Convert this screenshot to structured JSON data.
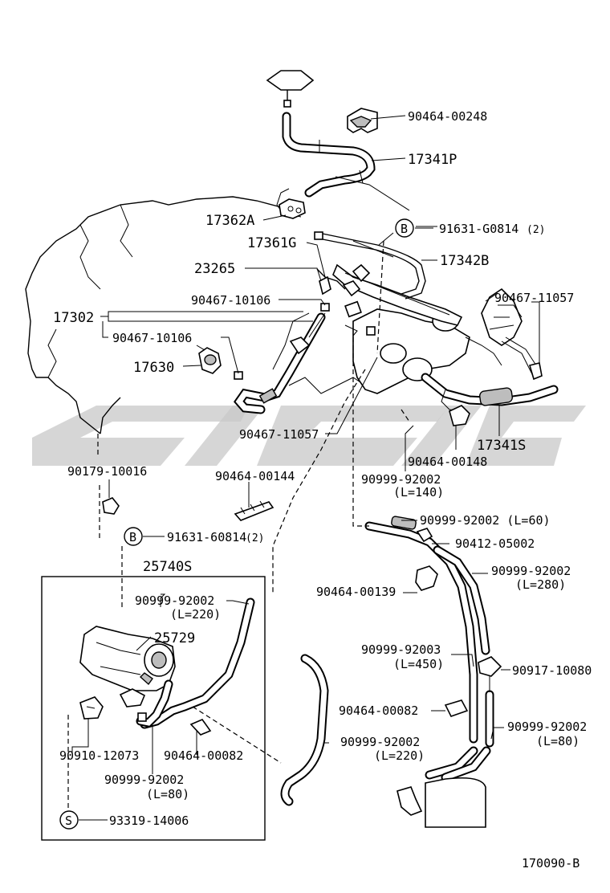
{
  "labels": {
    "l90464_00248": "90464-00248",
    "l17341P": "17341P",
    "l17362A": "17362A",
    "l91631_G0814": "91631-G0814",
    "l91631_G0814_qty": "(2)",
    "l17361G": "17361G",
    "l17342B": "17342B",
    "l23265": "23265",
    "l90467_11057_top": "90467-11057",
    "l17302": "17302",
    "l90467_10106_a": "90467-10106",
    "l90467_10106_b": "90467-10106",
    "l17630": "17630",
    "l90467_11057_mid": "90467-11057",
    "l17341S": "17341S",
    "l90464_00148": "90464-00148",
    "l90179_10016": "90179-10016",
    "l90464_00144": "90464-00144",
    "l90999_92002_140": "90999-92002",
    "l90999_92002_140_len": "(L=140)",
    "l91631_60814": "91631-60814",
    "l91631_60814_qty": "(2)",
    "l90999_92002_60": "90999-92002 (L=60)",
    "l90412_05002": "90412-05002",
    "l25740S": "25740S",
    "l90999_92002_280": "90999-92002",
    "l90999_92002_280_len": "(L=280)",
    "l90464_00139": "90464-00139",
    "l90999_92002_220a": "90999-92002",
    "l90999_92002_220a_len": "(L=220)",
    "l25729": "25729",
    "l90999_92003": "90999-92003",
    "l90999_92003_len": "(L=450)",
    "l90917_10080": "90917-10080",
    "l90464_00082_r": "90464-00082",
    "l90999_92002_80r": "90999-92002",
    "l90999_92002_80r_len": "(L=80)",
    "l90910_12073": "90910-12073",
    "l90464_00082_l": "90464-00082",
    "l90999_92002_220b": "90999-92002",
    "l90999_92002_220b_len": "(L=220)",
    "l90999_92002_80l": "90999-92002",
    "l90999_92002_80l_len": "(L=80)",
    "l93319_14006": "93319-14006",
    "ref": "170090-B",
    "callout_b1": "B",
    "callout_b2": "B",
    "callout_s": "S"
  }
}
